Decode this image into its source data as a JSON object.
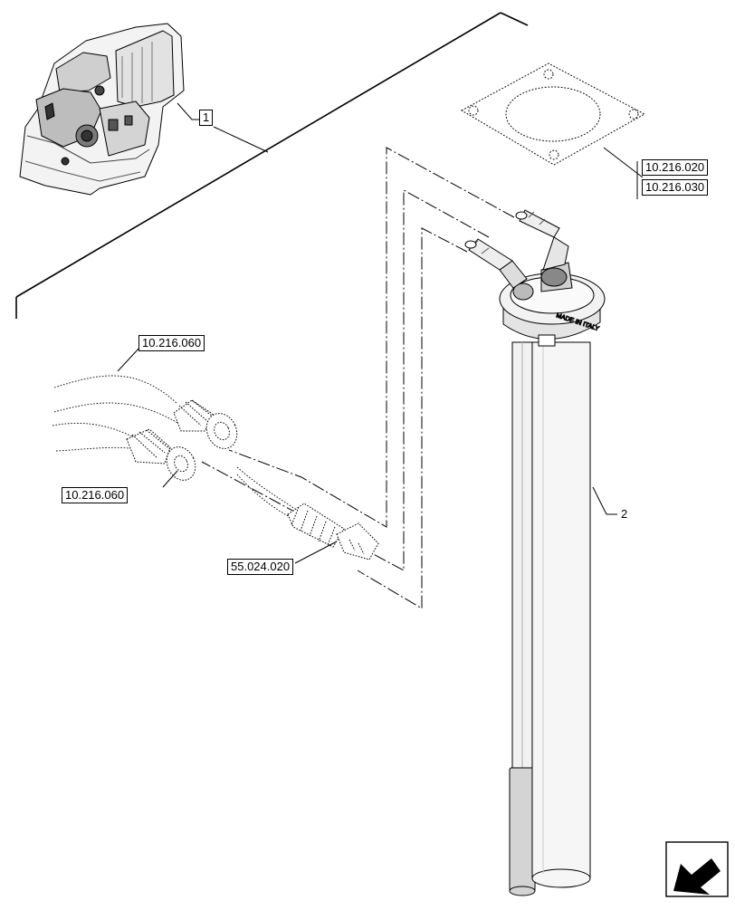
{
  "callouts": {
    "item1": "1",
    "item2": "2",
    "gasket_ref_a": "10.216.020",
    "gasket_ref_b": "10.216.030",
    "hose_ref_upper": "10.216.060",
    "hose_ref_lower": "10.216.060",
    "connector_ref": "55.024.020"
  },
  "sender_marking": "MADE IN ITALY",
  "colors": {
    "line": "#000000",
    "background": "#ffffff"
  },
  "icons": {
    "nav": "arrow-navigation-icon"
  }
}
